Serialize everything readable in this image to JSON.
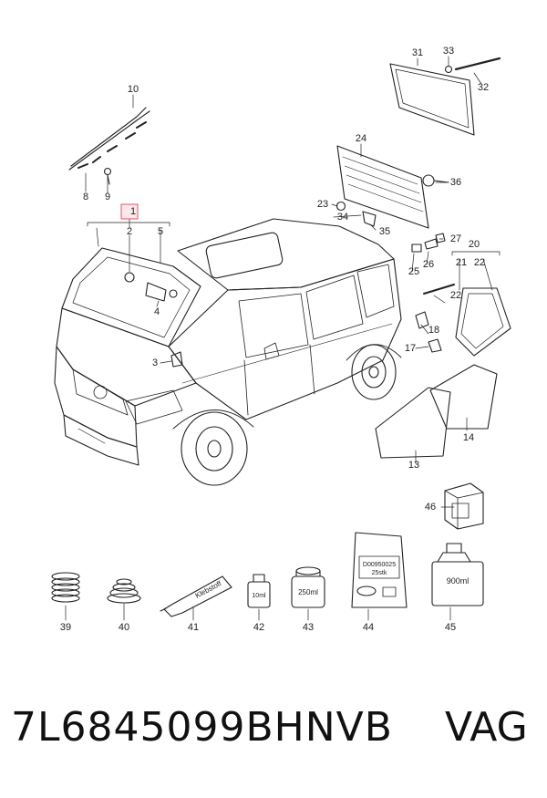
{
  "part_number": "7L6845099BHNVB",
  "brand": "VAG",
  "callouts": [
    "1",
    "2",
    "3",
    "4",
    "5",
    "8",
    "9",
    "10",
    "13",
    "14",
    "17",
    "18",
    "20",
    "21",
    "22",
    "23",
    "24",
    "25",
    "26",
    "27",
    "31",
    "32",
    "33",
    "34",
    "35",
    "36",
    "39",
    "40",
    "41",
    "42",
    "43",
    "44",
    "45",
    "46"
  ],
  "product_labels": {
    "tube": "Klebstoff",
    "bottle_small": "10ml",
    "can": "250ml",
    "kit_code": "D00950025",
    "kit_qty": "25stk",
    "bottle_large": "900ml"
  },
  "colors": {
    "line": "#222222",
    "highlight_box": "#e05565",
    "highlight_fill": "#fde8ec"
  }
}
